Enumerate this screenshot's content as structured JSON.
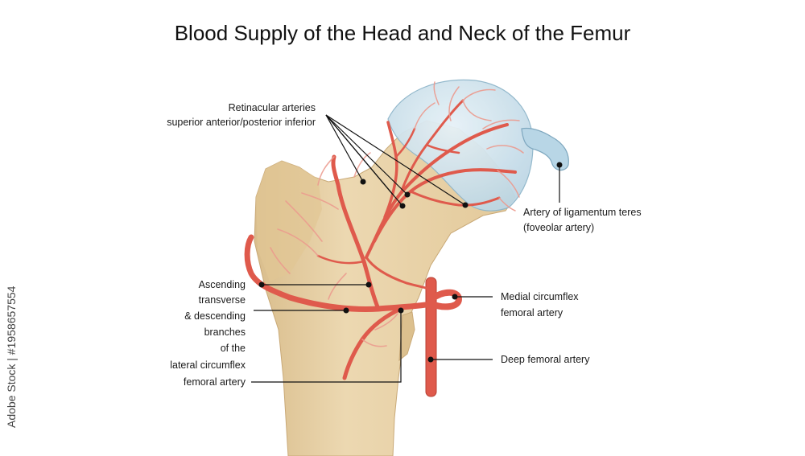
{
  "title": "Blood Supply of the Head and Neck of the Femur",
  "labels": {
    "retinacular_1": "Retinacular arteries",
    "retinacular_2": "superior anterior/posterior inferior",
    "teres_1": "Artery of ligamentum teres",
    "teres_2": "(foveolar artery)",
    "medial_1": "Medial circumflex",
    "medial_2": "femoral artery",
    "deep": "Deep femoral artery",
    "lateral_1": "Ascending",
    "lateral_2": "transverse",
    "lateral_3": "& descending",
    "lateral_4": "branches",
    "lateral_5": "of the",
    "lateral_6": "lateral circumflex",
    "lateral_7": "femoral artery"
  },
  "watermark": "Adobe Stock | #1958657554",
  "colors": {
    "bone": "#e8d2a7",
    "bone_shade": "#d9bd8c",
    "cartilage": "#cfe3ee",
    "artery": "#df5a4c",
    "artery_light": "#ec9a8e"
  }
}
